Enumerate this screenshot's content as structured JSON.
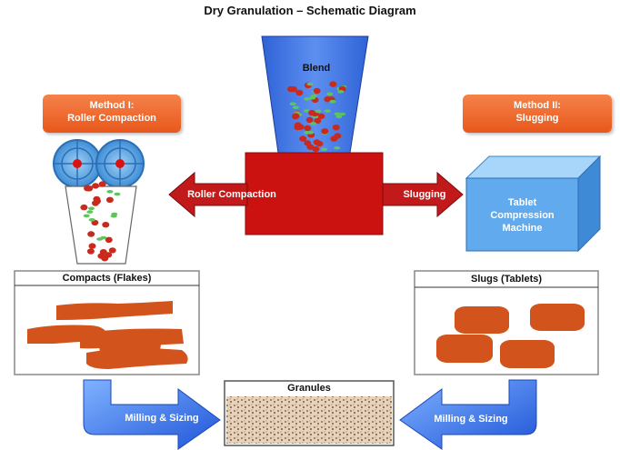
{
  "diagram": {
    "title": "Dry Granulation – Schematic Diagram",
    "blend_label": "Blend",
    "method1": {
      "line1": "Method I:",
      "line2": "Roller Compaction"
    },
    "method2": {
      "line1": "Method II:",
      "line2": "Slugging"
    },
    "arrow_left_label": "Roller Compaction",
    "arrow_right_label": "Slugging",
    "machine": {
      "line1": "Tablet",
      "line2": "Compression",
      "line3": "Machine"
    },
    "compacts_label": "Compacts (Flakes)",
    "slugs_label": "Slugs (Tablets)",
    "granules_label": "Granules",
    "milling_left_label": "Milling & Sizing",
    "milling_right_label": "Milling & Sizing"
  },
  "colors": {
    "method_box": "#e8581c",
    "central_block": "#cc1111",
    "hopper_blue": "#3f74e0",
    "roller_blue": "#4a9ede",
    "machine_blue": "#62aaee",
    "flake_orange": "#d2541c",
    "particle_red": "#c92a1e",
    "particle_green": "#5ec45e",
    "granule_tan": "#c9a889"
  }
}
